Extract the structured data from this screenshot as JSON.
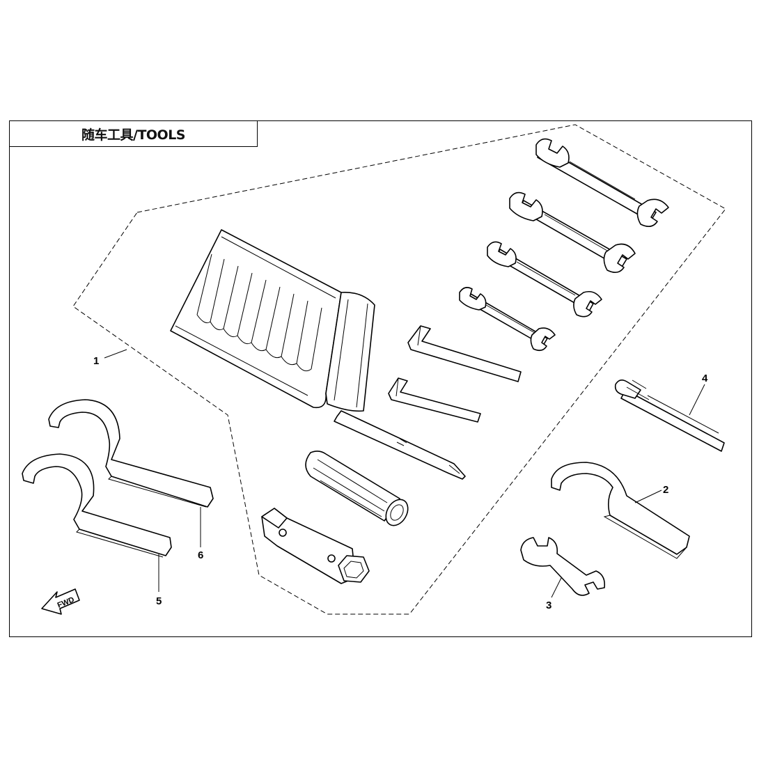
{
  "title": "随车工具/TOOLS",
  "callouts": [
    {
      "id": "1",
      "label": "1"
    },
    {
      "id": "2",
      "label": "2"
    },
    {
      "id": "3",
      "label": "3"
    },
    {
      "id": "4",
      "label": "4"
    },
    {
      "id": "5",
      "label": "5"
    },
    {
      "id": "6",
      "label": "6"
    }
  ],
  "fwd_label": "FWD"
}
